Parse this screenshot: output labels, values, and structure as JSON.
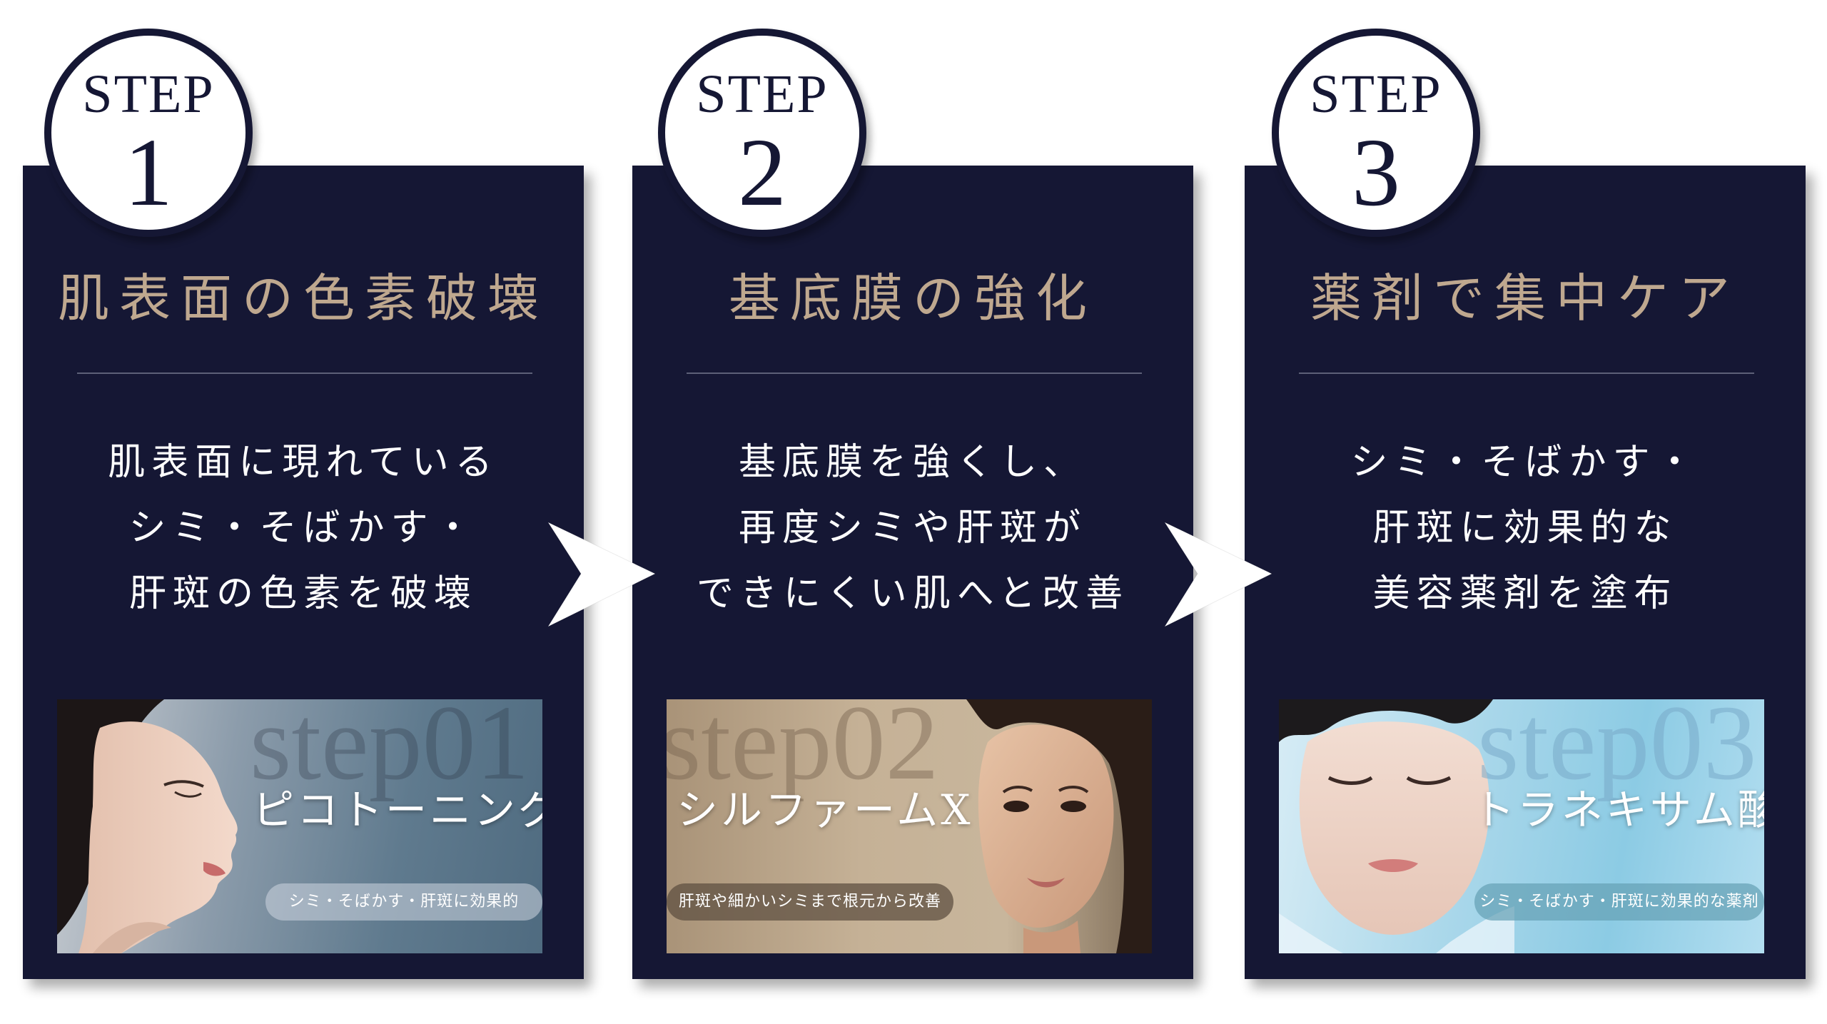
{
  "badge_word": "STEP",
  "colors": {
    "panel": "#151734",
    "title": "#bfa88f",
    "badge_bg": "#ffffff"
  },
  "steps": [
    {
      "number": "1",
      "title": "肌表面の色素破壊",
      "description": [
        "肌表面に現れている",
        "シミ・そばかす・",
        "肝斑の色素を破壊"
      ],
      "watermark": "step01",
      "treatment": "ピコトーニング",
      "tagline": "シミ・そばかす・肝斑に効果的"
    },
    {
      "number": "2",
      "title": "基底膜の強化",
      "description": [
        "基底膜を強くし、",
        "再度シミや肝斑が",
        "できにくい肌へと改善"
      ],
      "watermark": "step02",
      "treatment": "シルファームX",
      "tagline": "肝斑や細かいシミまで根元から改善"
    },
    {
      "number": "3",
      "title": "薬剤で集中ケア",
      "description": [
        "シミ・そばかす・",
        "肝斑に効果的な",
        "美容薬剤を塗布"
      ],
      "watermark": "step03",
      "treatment": "トラネキサム酸",
      "tagline": "シミ・そばかす・肝斑に効果的な薬剤"
    }
  ]
}
